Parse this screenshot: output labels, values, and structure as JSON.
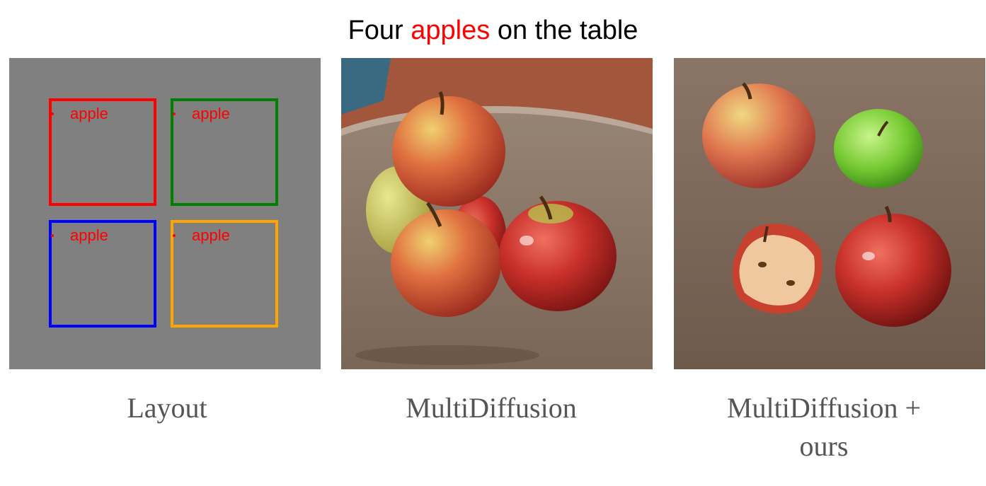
{
  "prompt": {
    "prefix": "Four",
    "highlight": "apples",
    "suffix": "on the table"
  },
  "layout": {
    "boxes": [
      {
        "label": "apple",
        "color": "#ff0000"
      },
      {
        "label": "apple",
        "color": "#008000"
      },
      {
        "label": "apple",
        "color": "#0000ff"
      },
      {
        "label": "apple",
        "color": "#ffa500"
      }
    ]
  },
  "captions": {
    "layout": "Layout",
    "multidiffusion": "MultiDiffusion",
    "ours_line1": "MultiDiffusion +",
    "ours_line2": "ours"
  }
}
